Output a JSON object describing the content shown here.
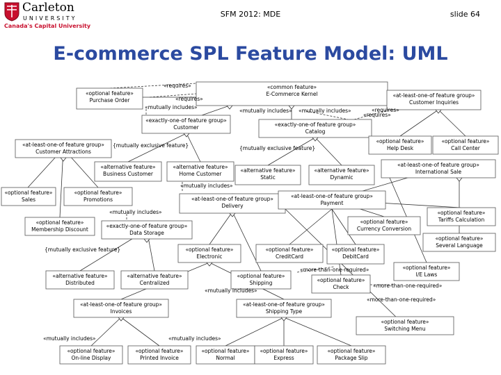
{
  "header": {
    "logo_name": "Carleton",
    "logo_university": "UNIVERSITY",
    "logo_tagline": "Canada's Capital University",
    "course": "SFM 2012: MDE",
    "slide": "slide 64"
  },
  "title": "E-commerce SPL Feature Model: UML",
  "diagram": {
    "nodes": [
      {
        "id": "kernel",
        "lines": [
          "«common feature»",
          "E-Commerce Kernel"
        ]
      },
      {
        "id": "purchase",
        "lines": [
          "«optional feature»",
          "Purchase Order"
        ]
      },
      {
        "id": "inquiries",
        "lines": [
          "«at-least-one-of feature group»",
          "Customer Inquiries"
        ]
      },
      {
        "id": "customer",
        "lines": [
          "«exactly-one-of feature group»",
          "Customer"
        ]
      },
      {
        "id": "catalog",
        "lines": [
          "«exactly-one-of feature group»",
          "Catalog"
        ]
      },
      {
        "id": "attractions",
        "lines": [
          "«at-least-one-of feature group»",
          "Customer Attractions"
        ]
      },
      {
        "id": "helpdesk",
        "lines": [
          "«optional feature»",
          "Help Desk"
        ]
      },
      {
        "id": "callcenter",
        "lines": [
          "«optional feature»",
          "Call Center"
        ]
      },
      {
        "id": "business",
        "lines": [
          "«alternative feature»",
          "Business Customer"
        ]
      },
      {
        "id": "home",
        "lines": [
          "«alternative feature»",
          "Home Customer"
        ]
      },
      {
        "id": "static",
        "lines": [
          "«alternative feature»",
          "Static"
        ]
      },
      {
        "id": "dynamic",
        "lines": [
          "«alternative feature»",
          "Dynamic"
        ]
      },
      {
        "id": "intlsale",
        "lines": [
          "«at-least-one-of feature group»",
          "International Sale"
        ]
      },
      {
        "id": "sales",
        "lines": [
          "«optional feature»",
          "Sales"
        ]
      },
      {
        "id": "promotions",
        "lines": [
          "«optional feature»",
          "Promotions"
        ]
      },
      {
        "id": "delivery",
        "lines": [
          "«at-least-one-of feature group»",
          "Delivery"
        ]
      },
      {
        "id": "payment",
        "lines": [
          "«at-least-one-of feature group»",
          "Payment"
        ]
      },
      {
        "id": "tariffs",
        "lines": [
          "«optional feature»",
          "Tariffs Calculation"
        ]
      },
      {
        "id": "membership",
        "lines": [
          "«optional feature»",
          "Membership Discount"
        ]
      },
      {
        "id": "datastorage",
        "lines": [
          "«exactly-one-of feature group»",
          "Data Storage"
        ]
      },
      {
        "id": "currency",
        "lines": [
          "«optional feature»",
          "Currency Conversion"
        ]
      },
      {
        "id": "language",
        "lines": [
          "«optional feature»",
          "Several Language"
        ]
      },
      {
        "id": "electronic",
        "lines": [
          "«optional feature»",
          "Electronic"
        ]
      },
      {
        "id": "creditcard",
        "lines": [
          "«optional feature»",
          "CreditCard"
        ]
      },
      {
        "id": "debitcard",
        "lines": [
          "«optional feature»",
          "DebitCard"
        ]
      },
      {
        "id": "distributed",
        "lines": [
          "«alternative feature»",
          "Distributed"
        ]
      },
      {
        "id": "centralized",
        "lines": [
          "«alternative feature»",
          "Centralized"
        ]
      },
      {
        "id": "shipping",
        "lines": [
          "«optional feature»",
          "Shipping"
        ]
      },
      {
        "id": "check",
        "lines": [
          "«optional feature»",
          "Check"
        ]
      },
      {
        "id": "ielaws",
        "lines": [
          "«optional feature»",
          "I/E Laws"
        ]
      },
      {
        "id": "invoices",
        "lines": [
          "«at-least-one-of feature group»",
          "Invoices"
        ]
      },
      {
        "id": "shippingtype",
        "lines": [
          "«at-least-one-of feature group»",
          "Shipping Type"
        ]
      },
      {
        "id": "switching",
        "lines": [
          "«optional feature»",
          "Switching Menu"
        ]
      },
      {
        "id": "online",
        "lines": [
          "«optional feature»",
          "On-line Display"
        ]
      },
      {
        "id": "printed",
        "lines": [
          "«optional feature»",
          "Printed Invoice"
        ]
      },
      {
        "id": "normal",
        "lines": [
          "«optional feature»",
          "Normal"
        ]
      },
      {
        "id": "express",
        "lines": [
          "«optional feature»",
          "Express"
        ]
      },
      {
        "id": "packageslip",
        "lines": [
          "«optional feature»",
          "Package Slip"
        ]
      }
    ],
    "annotations": [
      {
        "id": "requires-1",
        "text": "«requires»"
      },
      {
        "id": "requires-2",
        "text": "«requires»"
      },
      {
        "id": "requires-3",
        "text": "«requires»"
      },
      {
        "id": "requires-4",
        "text": "«requires»"
      },
      {
        "id": "mutually-includes-1",
        "text": "«mutually includes»"
      },
      {
        "id": "mutually-includes-2",
        "text": "«mutually includes»"
      },
      {
        "id": "mutually-includes-3",
        "text": "«mutually includes»"
      },
      {
        "id": "mutually-includes-4",
        "text": "«mutually includes»"
      },
      {
        "id": "mutually-includes-5",
        "text": "«mutually includes»"
      },
      {
        "id": "mutually-includes-6",
        "text": "«mutually includes»"
      },
      {
        "id": "mutually-includes-7",
        "text": "«mutually includes»"
      },
      {
        "id": "mutually-includes-8",
        "text": "«mutually includes»"
      },
      {
        "id": "mutually-exclusive-1",
        "text": "{mutually exclusive feature}"
      },
      {
        "id": "mutually-exclusive-2",
        "text": "{mutually exclusive feature}"
      },
      {
        "id": "mutually-exclusive-3",
        "text": "{mutually exclusive feature}"
      },
      {
        "id": "more-than-one-1",
        "text": "«more-than-one-required»"
      },
      {
        "id": "more-than-one-2",
        "text": "«more-than-one-required»"
      },
      {
        "id": "more-than-one-3",
        "text": "«more-than-one-required»"
      }
    ]
  }
}
